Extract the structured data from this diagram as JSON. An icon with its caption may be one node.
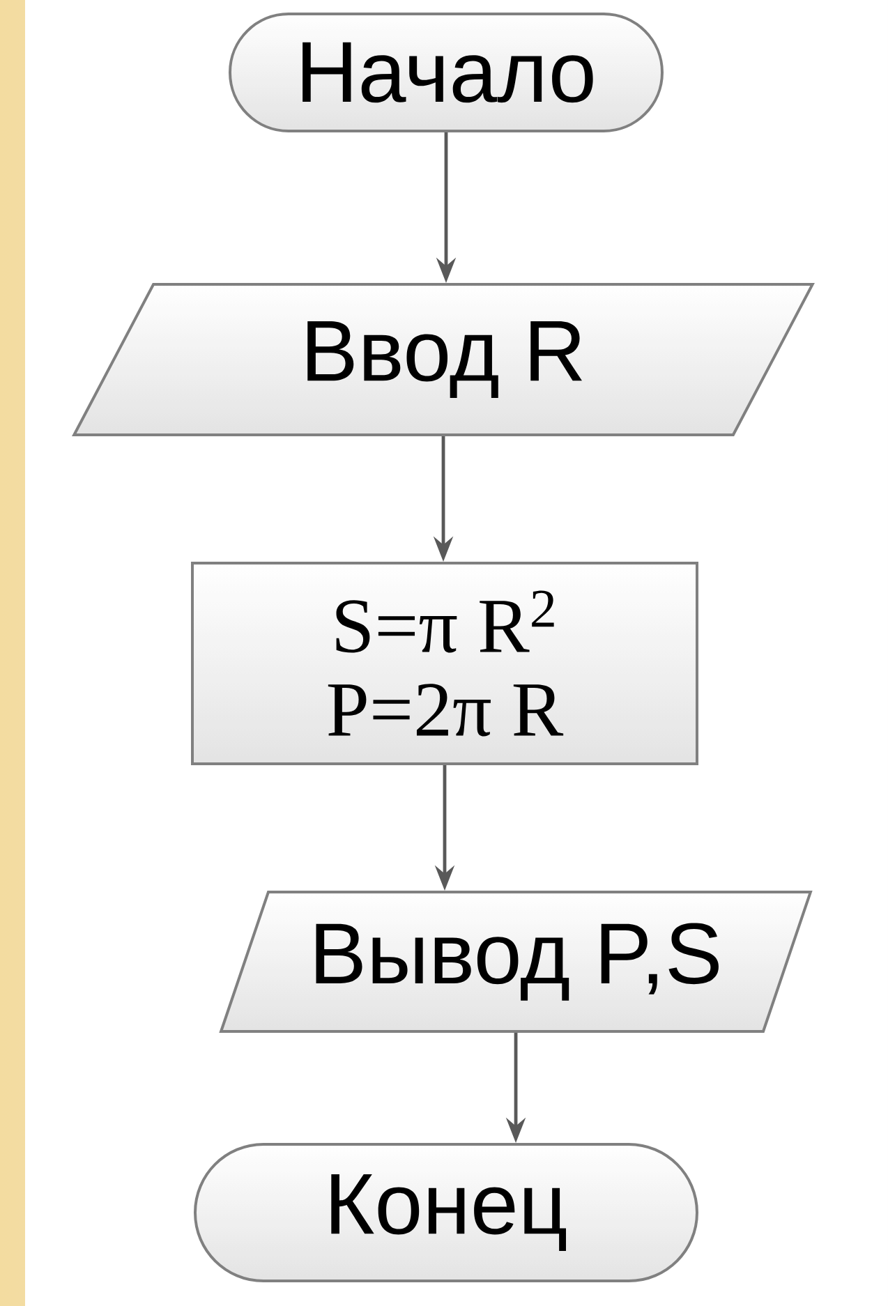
{
  "diagram": {
    "nodes": [
      {
        "text": [
          "Начало"
        ]
      },
      {
        "text": [
          "Ввод R"
        ]
      },
      {
        "text": [
          "S=π R$^{2}$",
          "P=2π R"
        ]
      },
      {
        "text": [
          "Вывод P,S"
        ]
      },
      {
        "text": [
          "Конец"
        ]
      }
    ],
    "edges": [
      {
        "from": 0,
        "to": 1,
        "arrow": "to"
      },
      {
        "from": 1,
        "to": 2,
        "arrow": "to"
      },
      {
        "from": 2,
        "to": 3,
        "arrow": "to"
      },
      {
        "from": 3,
        "to": 4,
        "arrow": "to"
      }
    ]
  }
}
